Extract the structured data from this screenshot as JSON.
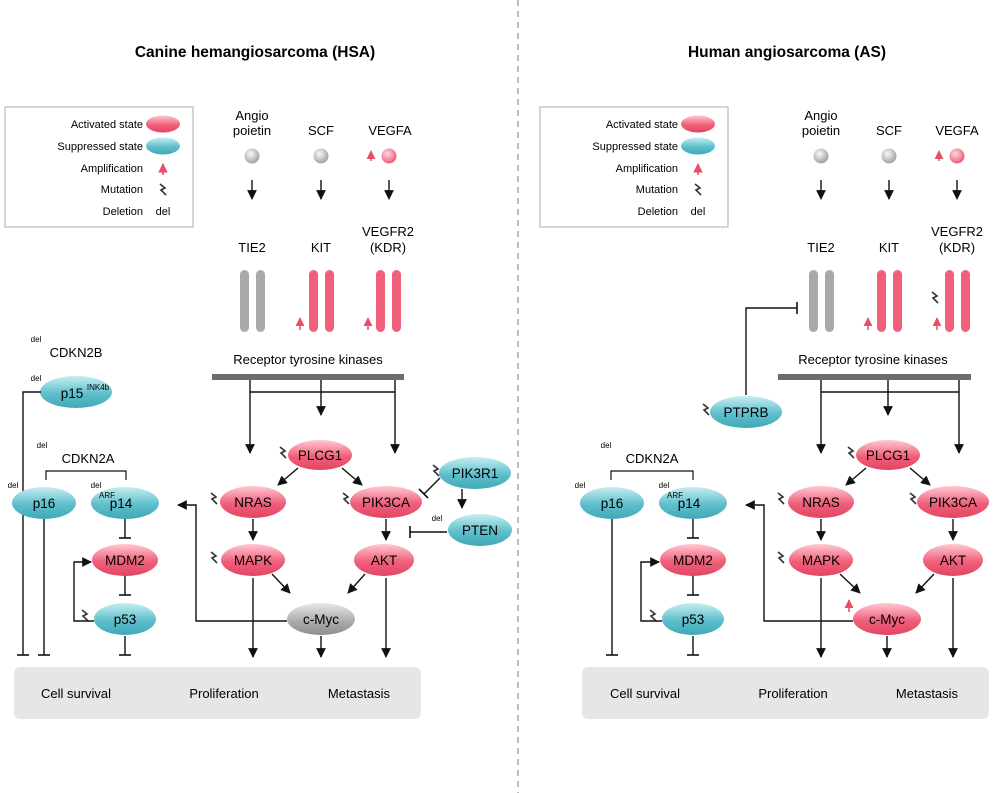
{
  "panels": [
    {
      "title": "Canine hemangiosarcoma (HSA)",
      "legend": {
        "activated": "Activated state",
        "suppressed": "Suppressed state",
        "amplification": "Amplification",
        "mutation": "Mutation",
        "deletion": "Deletion",
        "del": "del"
      },
      "ligands": {
        "vegfa": "VEGFA",
        "scf": "SCF",
        "angio1": "Angio",
        "angio2": "poietin"
      },
      "receptors": {
        "vegfr2_1": "VEGFR2",
        "vegfr2_2": "(KDR)",
        "kit": "KIT",
        "tie2": "TIE2"
      },
      "rtk_label": "Receptor tyrosine kinases",
      "nodes": {
        "plcg1": "PLCG1",
        "pik3ca": "PIK3CA",
        "nras": "NRAS",
        "akt": "AKT",
        "mapk": "MAPK",
        "cmyc": "c-Myc",
        "pik3r1": "PIK3R1",
        "pten": "PTEN",
        "p14": "p14",
        "p14_sup": "ARF",
        "mdm2": "MDM2",
        "p53": "p53",
        "p16": "p16",
        "p15": "p15",
        "p15_sup": "INK4b",
        "cdkn2a": "CDKN2A",
        "cdkn2b": "CDKN2B",
        "del": "del"
      },
      "outcomes": {
        "metastasis": "Metastasis",
        "proliferation": "Proliferation",
        "survival": "Cell survival"
      }
    },
    {
      "title": "Human angiosarcoma (AS)",
      "legend": {
        "activated": "Activated state",
        "suppressed": "Suppressed state",
        "amplification": "Amplification",
        "mutation": "Mutation",
        "deletion": "Deletion",
        "del": "del"
      },
      "ligands": {
        "vegfa": "VEGFA",
        "scf": "SCF",
        "angio1": "Angio",
        "angio2": "poietin"
      },
      "receptors": {
        "vegfr2_1": "VEGFR2",
        "vegfr2_2": "(KDR)",
        "kit": "KIT",
        "tie2": "TIE2"
      },
      "rtk_label": "Receptor tyrosine kinases",
      "nodes": {
        "plcg1": "PLCG1",
        "pik3ca": "PIK3CA",
        "nras": "NRAS",
        "akt": "AKT",
        "mapk": "MAPK",
        "cmyc": "c-Myc",
        "ptprb": "PTPRB",
        "p14": "p14",
        "p14_sup": "ARF",
        "mdm2": "MDM2",
        "p53": "p53",
        "p16": "p16",
        "cdkn2a": "CDKN2A",
        "del": "del"
      },
      "outcomes": {
        "metastasis": "Metastasis",
        "proliferation": "Proliferation",
        "survival": "Cell survival"
      }
    }
  ],
  "colors": {
    "activated": "#f0607a",
    "suppressed": "#5fbfcc",
    "neutral": "#a9a9a9",
    "amp": "#e84d6a",
    "bar": "#6d6d6d",
    "outcome_bg": "#e6e6e6"
  }
}
